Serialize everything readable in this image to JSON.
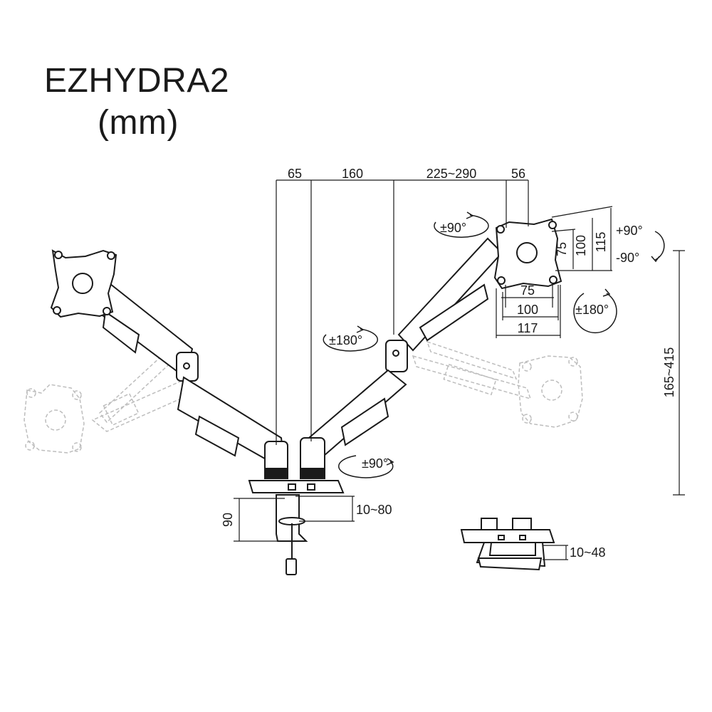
{
  "header": {
    "model": "EZHYDRA2",
    "unit": "(mm)"
  },
  "dimensions": {
    "top": {
      "d1": "65",
      "d2": "160",
      "d3": "225~290",
      "d4": "56"
    },
    "vesa_vertical": {
      "v75": "75",
      "v100": "100",
      "v115": "115"
    },
    "vesa_horizontal": {
      "h75": "75",
      "h100": "100",
      "h117": "117"
    },
    "height_range": "165~415",
    "clamp_height": "90",
    "clamp_range": "10~80",
    "grommet_range": "10~48"
  },
  "rotations": {
    "tilt_up": "+90°",
    "tilt_down": "-90°",
    "top_swivel": "±90°",
    "mid_swivel": "±180°",
    "plate_rotate": "±180°",
    "base_swivel": "±90°"
  }
}
